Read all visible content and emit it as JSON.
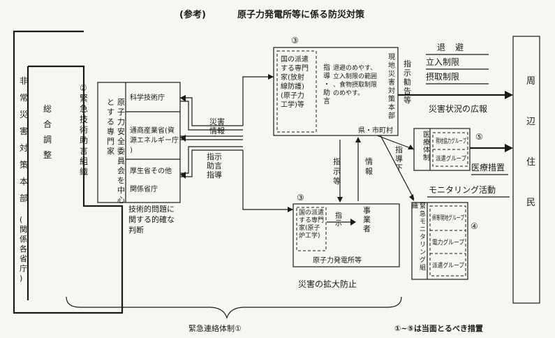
{
  "title_prefix": "(参考)",
  "title": "原子力発電所等に係る防災対策",
  "hq": {
    "label": "非常災害対策本部",
    "sub": "(関係各省庁)",
    "side": "総合調整"
  },
  "advisory": {
    "num": "②",
    "label": "緊急技術助言組織",
    "center": "原子力安全委員会を中心とする専門家",
    "rows": [
      "科学技術庁",
      "通商産業省(資源エネルギー庁)",
      "厚生省その他",
      "関係省庁"
    ]
  },
  "judgment": "技術的問題に関する的確な判断",
  "flows": {
    "disaster_info": "災害情報",
    "instruct_advice": "指示助言指導",
    "guidance_advice": "指導・助言",
    "instruct_recommend": "指示勧告等",
    "instruct_etc": "指示等",
    "info": "情報",
    "instruct": "指示",
    "instruct_guidance": "指導下"
  },
  "local_hq": {
    "num": "③",
    "experts": "国の派遣する専門家(放射線防護)(原子力工学)等",
    "measures": "退避のめやす、立入制限の範囲、食物摂取制限のめやす。",
    "label": "現地災害対策本部",
    "pref": "県・市町村"
  },
  "plant": {
    "num": "③",
    "experts": "国の派遣する専門家(原子炉工学)",
    "operator": "事業者",
    "label": "原子力発電所等"
  },
  "actions": [
    "退避",
    "立入制限",
    "摂取制限"
  ],
  "public_info": "災害状況の広報",
  "medical": {
    "num": "⑤",
    "label": "医療体制",
    "groups": [
      "現地協力グループ",
      "派遣グループ"
    ],
    "action": "医療措置"
  },
  "monitoring": {
    "num": "④",
    "title": "モニタリング活動",
    "label": "緊急モニタリング組織",
    "groups": [
      "県等現地グループ",
      "電力グループ",
      "派遣グループ"
    ]
  },
  "residents": "周辺住民",
  "prevent": "災害の拡大防止",
  "liaison": "緊急連絡体制①",
  "footnote": "①~⑤は当面とるべき措置"
}
